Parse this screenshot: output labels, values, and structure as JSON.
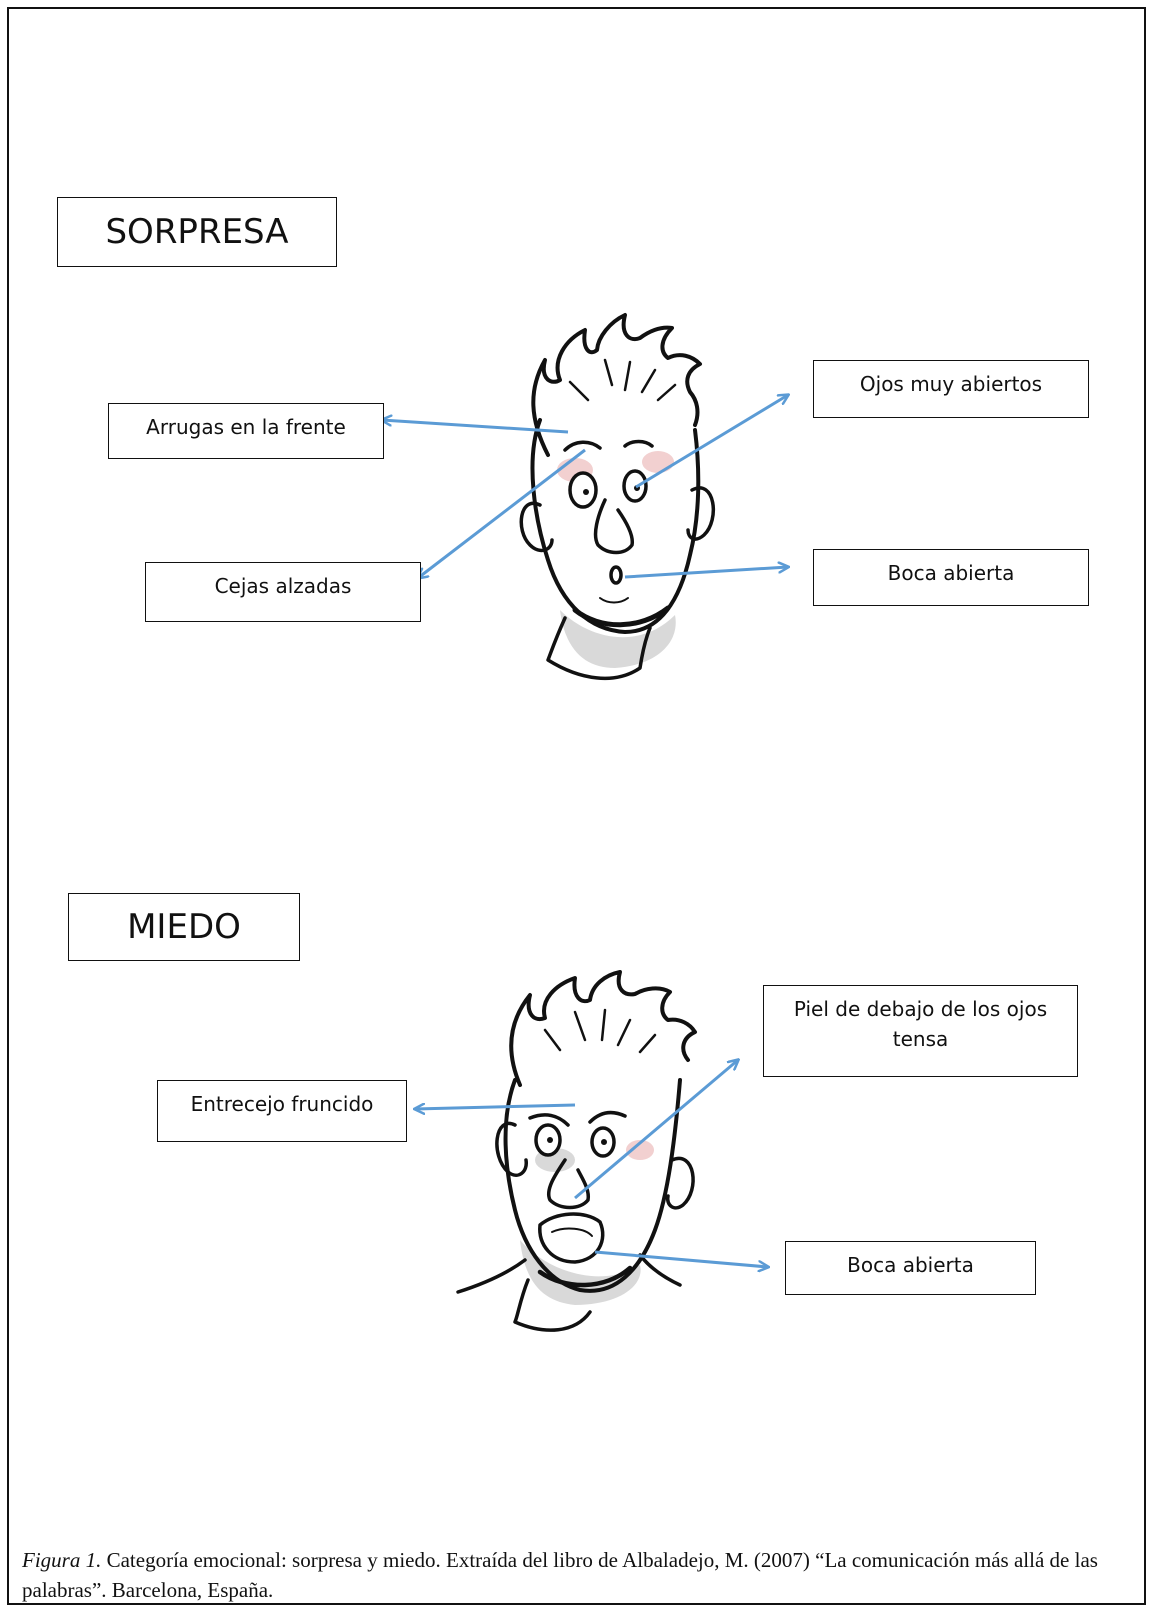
{
  "sections": [
    {
      "title": "SORPRESA",
      "labels": {
        "forehead": "Arrugas en la frente",
        "eyes": "Ojos muy abiertos",
        "brows": "Cejas alzadas",
        "mouth": "Boca abierta"
      }
    },
    {
      "title": "MIEDO",
      "labels": {
        "brow": "Entrecejo fruncido",
        "under_eyes": "Piel de debajo de los ojos tensa",
        "mouth": "Boca abierta"
      }
    }
  ],
  "caption": {
    "figure_label": "Figura 1.",
    "text": " Categoría emocional: sorpresa y miedo. Extraída del libro de Albaladejo, M. (2007) “La comunicación más allá de las palabras”. Barcelona, España."
  },
  "colors": {
    "arrow": "#5b9bd5",
    "ink": "#111111",
    "skin_shade": "#d9d9d9",
    "blush": "#f2d0d0"
  }
}
